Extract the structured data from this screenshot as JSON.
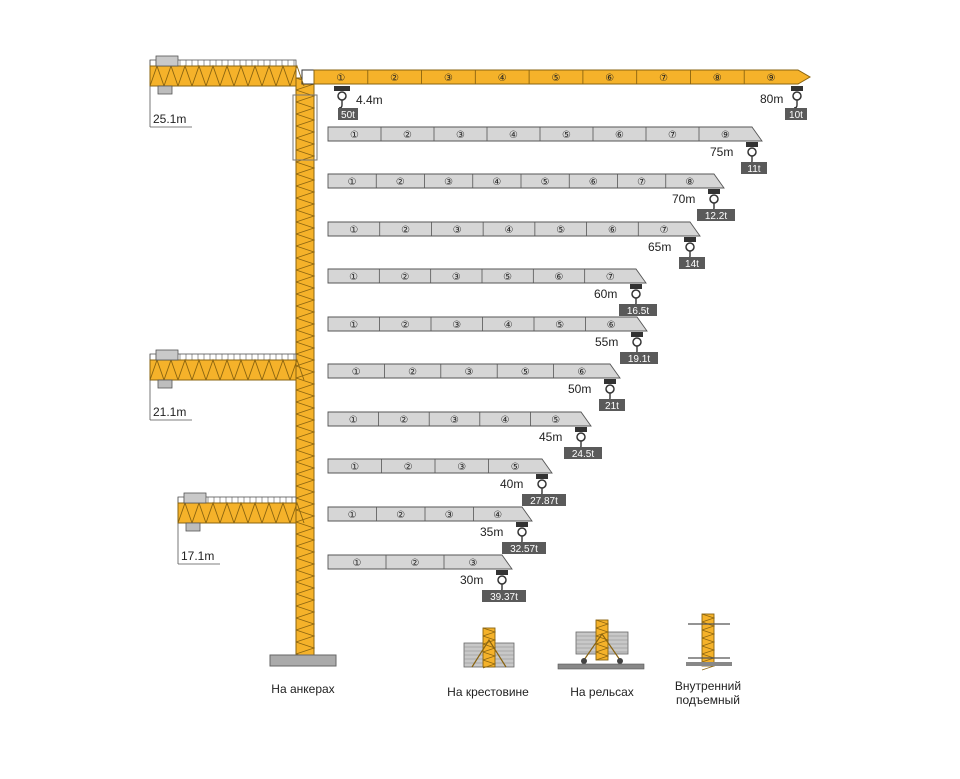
{
  "colors": {
    "yellow": "#f5b22a",
    "gray": "#d6d6d6",
    "dark": "#333333",
    "tag_bg": "#5a5a5a"
  },
  "main_jib": {
    "sections": [
      "①",
      "②",
      "③",
      "④",
      "⑤",
      "⑥",
      "⑦",
      "⑧",
      "⑨"
    ],
    "radius": "80m",
    "load": "10t",
    "min_radius": "4.4m",
    "max_load": "50t"
  },
  "jib_configs": [
    {
      "radius": "75m",
      "load": "11t",
      "sections": [
        "①",
        "②",
        "③",
        "④",
        "⑤",
        "⑥",
        "⑦",
        "⑨"
      ]
    },
    {
      "radius": "70m",
      "load": "12.2t",
      "sections": [
        "①",
        "②",
        "③",
        "④",
        "⑤",
        "⑥",
        "⑦",
        "⑧"
      ]
    },
    {
      "radius": "65m",
      "load": "14t",
      "sections": [
        "①",
        "②",
        "③",
        "④",
        "⑤",
        "⑥",
        "⑦"
      ]
    },
    {
      "radius": "60m",
      "load": "16.5t",
      "sections": [
        "①",
        "②",
        "③",
        "⑤",
        "⑥",
        "⑦"
      ]
    },
    {
      "radius": "55m",
      "load": "19.1t",
      "sections": [
        "①",
        "②",
        "③",
        "④",
        "⑤",
        "⑥"
      ]
    },
    {
      "radius": "50m",
      "load": "21t",
      "sections": [
        "①",
        "②",
        "③",
        "⑤",
        "⑥"
      ]
    },
    {
      "radius": "45m",
      "load": "24.5t",
      "sections": [
        "①",
        "②",
        "③",
        "④",
        "⑤"
      ]
    },
    {
      "radius": "40m",
      "load": "27.87t",
      "sections": [
        "①",
        "②",
        "③",
        "⑤"
      ]
    },
    {
      "radius": "35m",
      "load": "32.57t",
      "sections": [
        "①",
        "②",
        "③",
        "④"
      ]
    },
    {
      "radius": "30m",
      "load": "39.37t",
      "sections": [
        "①",
        "②",
        "③"
      ]
    }
  ],
  "counter_jibs": [
    {
      "length": "25.1m"
    },
    {
      "length": "21.1m"
    },
    {
      "length": "17.1m"
    }
  ],
  "bases": [
    {
      "label": "На анкерах"
    },
    {
      "label": "На крестовине"
    },
    {
      "label": "На рельсах"
    },
    {
      "label": "Внутренний подъемный",
      "line1": "Внутренний",
      "line2": "подъемный"
    }
  ]
}
